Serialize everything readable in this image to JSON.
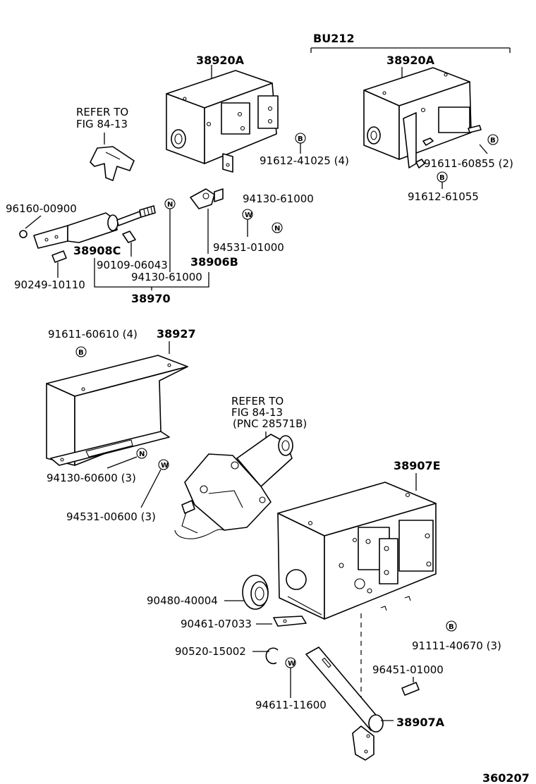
{
  "diagram_id": "360207",
  "variant_header": "BU212",
  "refer_notes": {
    "top": {
      "line1": "REFER TO",
      "line2": "FIG 84-13"
    },
    "middle": {
      "line1": "REFER TO",
      "line2": "FIG 84-13",
      "line3": "(PNC 28571B)"
    }
  },
  "symbols": {
    "bolt": "B",
    "nut": "N",
    "washer": "W"
  },
  "parts": {
    "p38920A_left": "38920A",
    "p38920A_right": "38920A",
    "p91612_41025": "91612-41025 (4)",
    "p91611_60855": "91611-60855 (2)",
    "p91612_61055": "91612-61055",
    "p96160_00900": "96160-00900",
    "p94130_61000_a": "94130-61000",
    "p38908C": "38908C",
    "p90109_06043": "90109-06043",
    "p38906B": "38906B",
    "p94531_01000": "94531-01000",
    "p90249_10110": "90249-10110",
    "p94130_61000_b": "94130-61000",
    "p38970": "38970",
    "p91611_60610": "91611-60610 (4)",
    "p38927": "38927",
    "p94130_60600": "94130-60600 (3)",
    "p94531_00600": "94531-00600 (3)",
    "p38907E": "38907E",
    "p90480_40004": "90480-40004",
    "p90461_07033": "90461-07033",
    "p91111_40670": "91111-40670 (3)",
    "p90520_15002": "90520-15002",
    "p96451_01000": "96451-01000",
    "p94611_11600": "94611-11600",
    "p38907A": "38907A"
  }
}
